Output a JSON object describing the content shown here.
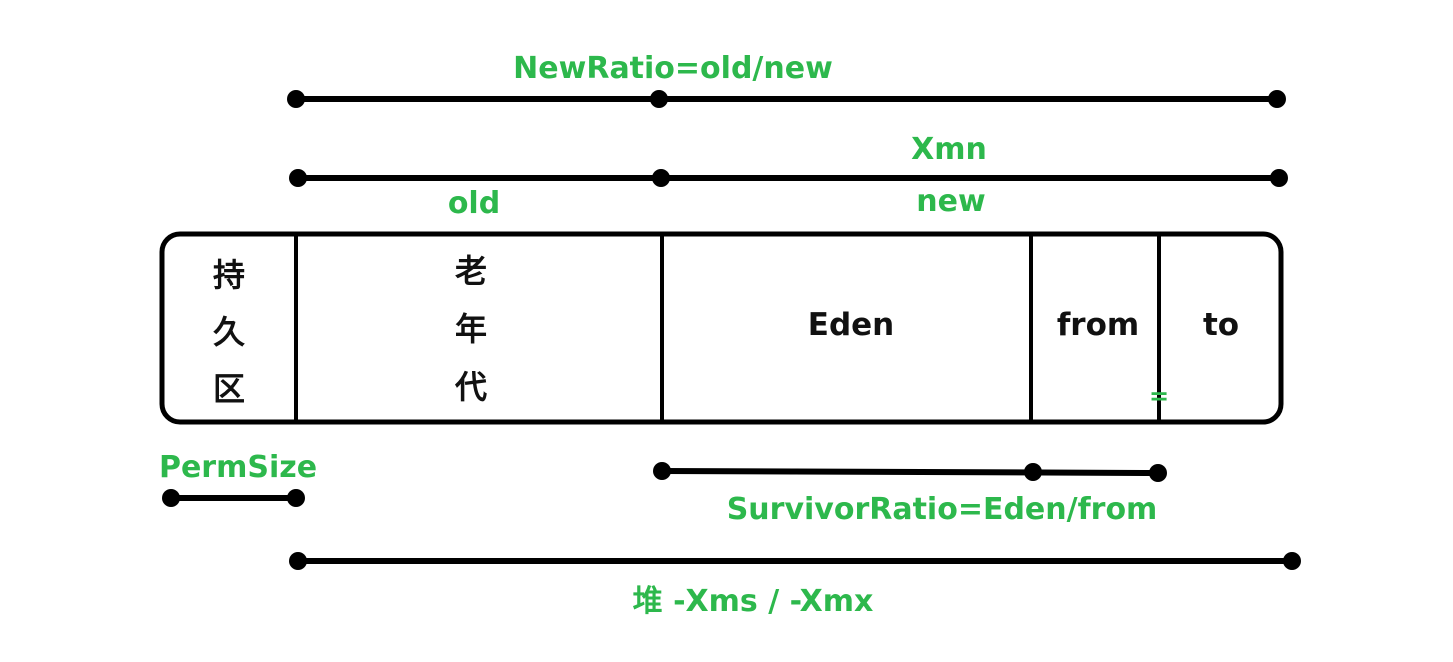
{
  "labels": {
    "new_ratio": "NewRatio=old/new",
    "xmn": "Xmn",
    "old": "old",
    "new": "new",
    "perm_size": "PermSize",
    "survivor_ratio": "SurvivorRatio=Eden/from",
    "heap": "堆  -Xms / -Xmx",
    "equals_mark": "="
  },
  "regions": {
    "perm": [
      "持",
      "久",
      "区"
    ],
    "old_gen": [
      "老",
      "年",
      "代"
    ],
    "eden": "Eden",
    "from": "from",
    "to": "to"
  },
  "colors": {
    "annotation": "#2db84c",
    "lines": "#000000",
    "region_text": "#111111"
  }
}
